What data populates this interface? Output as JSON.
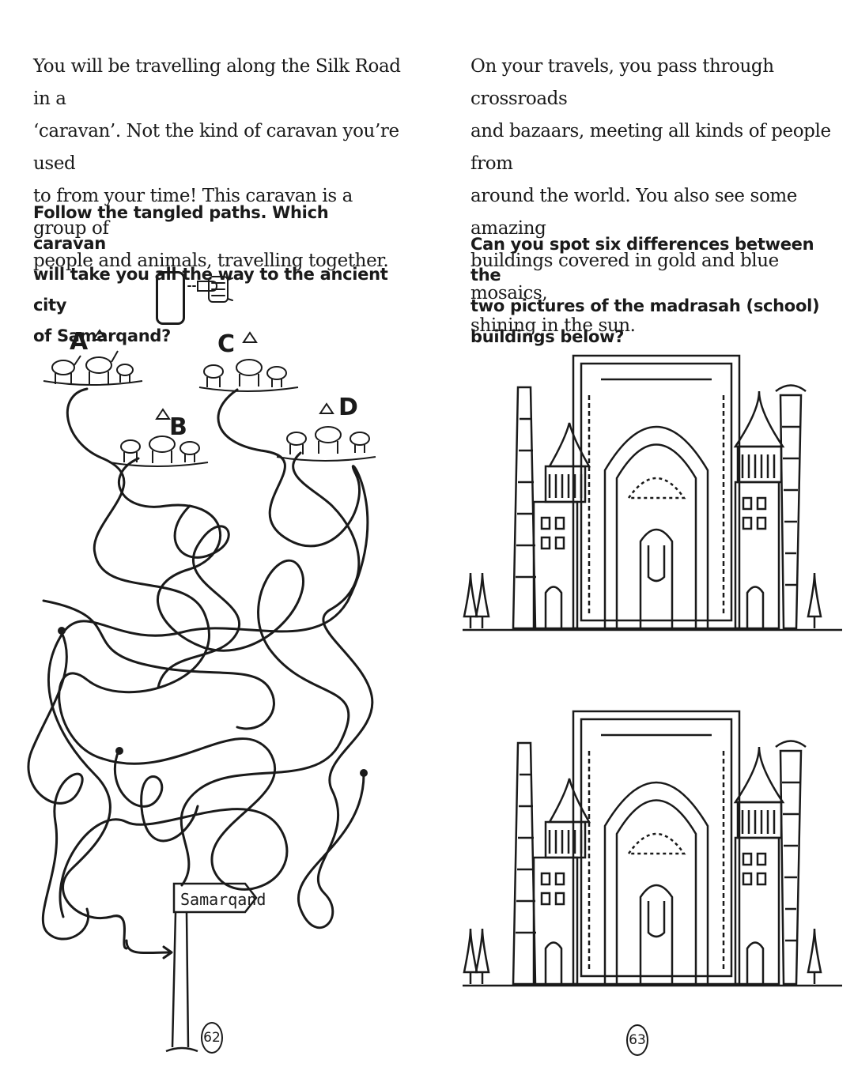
{
  "left_page": {
    "intro": "You will be travelling along the Silk Road in a\n‘caravan’.  Not the kind of caravan you’re used\nto from your time! This caravan is a group of\npeople and animals, travelling together.",
    "task": "Follow the tangled paths. Which caravan\nwill take you all the way to the ancient city\nof Samarqand?",
    "caravans": [
      {
        "label": "A"
      },
      {
        "label": "B"
      },
      {
        "label": "C"
      },
      {
        "label": "D"
      }
    ],
    "signpost_text": "Samarqand",
    "page_number": "62"
  },
  "right_page": {
    "intro": "On your travels, you pass through crossroads\nand bazaars, meeting all kinds of people from\naround the world. You also see some amazing\nbuildings covered in gold and blue mosaics,\nshining in the sun.",
    "task": "Can you spot six differences between the\ntwo pictures of the madrasah (school)\nbuildings below?",
    "page_number": "63"
  },
  "colors": {
    "ink": "#1a1a1a",
    "paper": "#ffffff"
  },
  "icons": [
    "pointing-hand-icon",
    "camel-caravan-icon",
    "signpost-icon",
    "madrasah-illustration"
  ]
}
